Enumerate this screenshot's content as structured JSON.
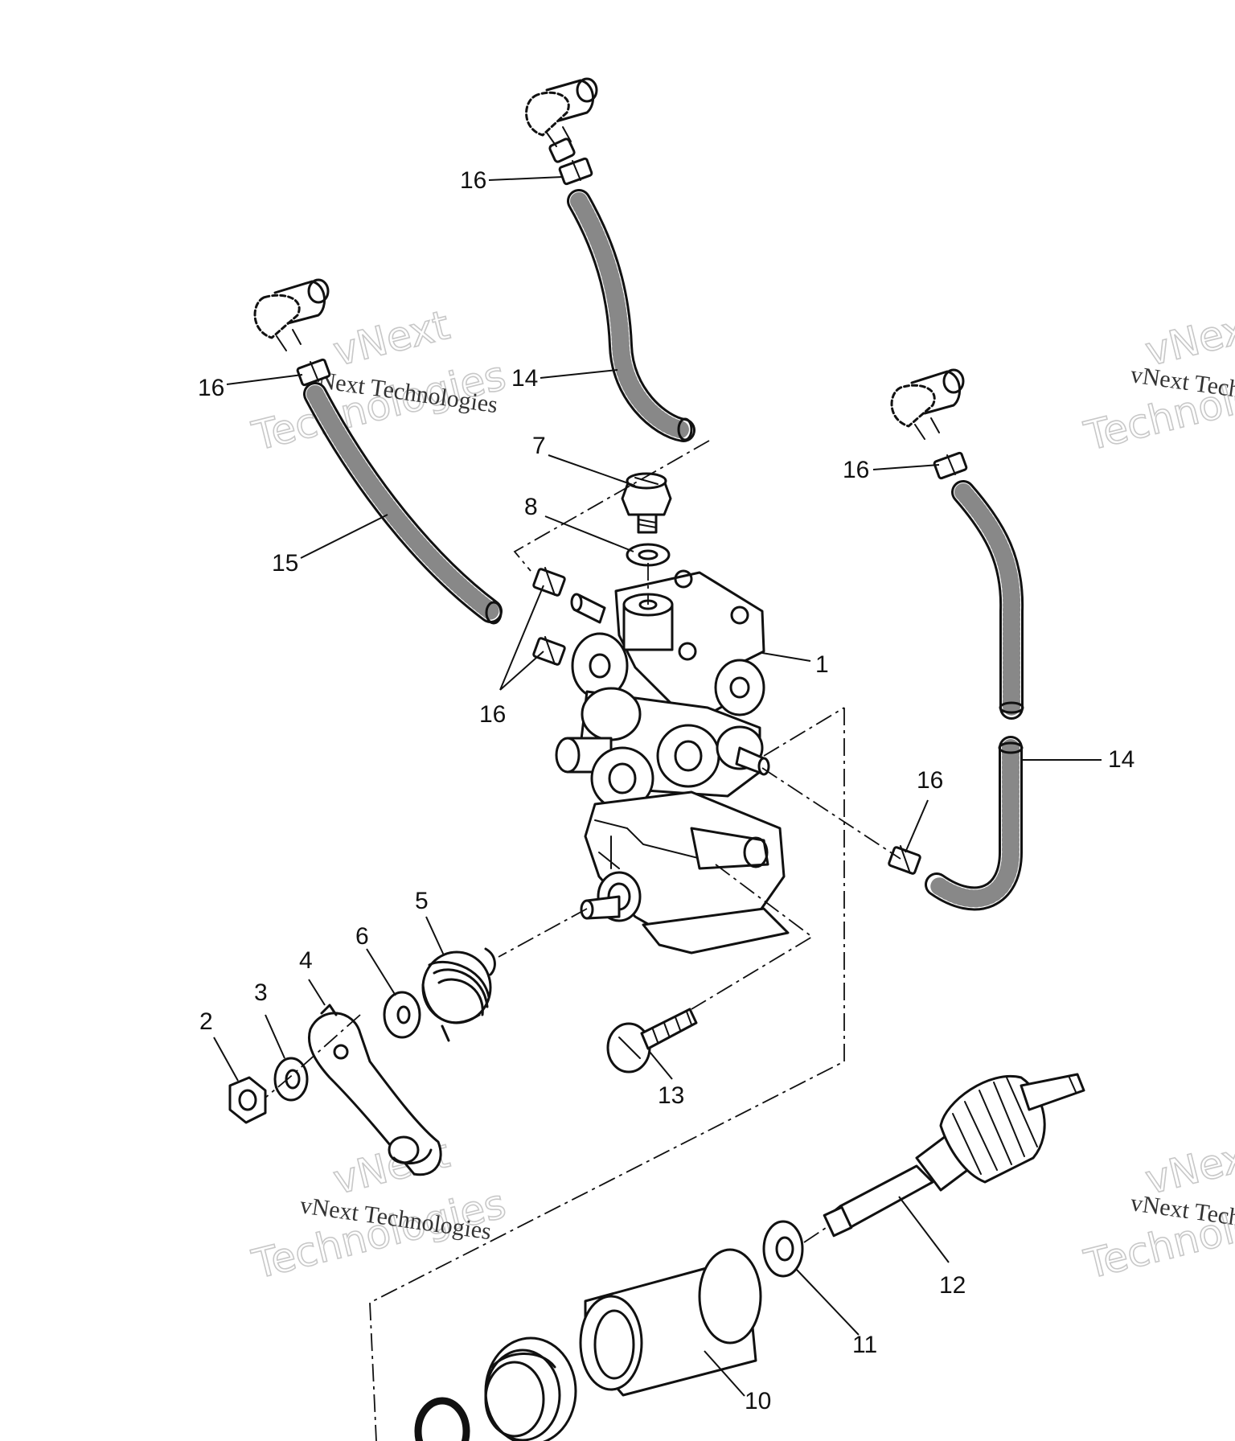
{
  "callouts": [
    {
      "id": "label-16a",
      "text": "16"
    },
    {
      "id": "label-14a",
      "text": "14"
    },
    {
      "id": "label-16b",
      "text": "16"
    },
    {
      "id": "label-7",
      "text": "7"
    },
    {
      "id": "label-8",
      "text": "8"
    },
    {
      "id": "label-15",
      "text": "15"
    },
    {
      "id": "label-16c",
      "text": "16"
    },
    {
      "id": "label-1",
      "text": "1"
    },
    {
      "id": "label-16d",
      "text": "16"
    },
    {
      "id": "label-16e",
      "text": "16"
    },
    {
      "id": "label-14b",
      "text": "14"
    },
    {
      "id": "label-5",
      "text": "5"
    },
    {
      "id": "label-6",
      "text": "6"
    },
    {
      "id": "label-4",
      "text": "4"
    },
    {
      "id": "label-3",
      "text": "3"
    },
    {
      "id": "label-2",
      "text": "2"
    },
    {
      "id": "label-13",
      "text": "13"
    },
    {
      "id": "label-12",
      "text": "12"
    },
    {
      "id": "label-11",
      "text": "11"
    },
    {
      "id": "label-10",
      "text": "10"
    }
  ],
  "watermark": {
    "brand_line": "vNext Technologies",
    "outline_top": "vNext",
    "outline_bottom": "Technologies"
  }
}
